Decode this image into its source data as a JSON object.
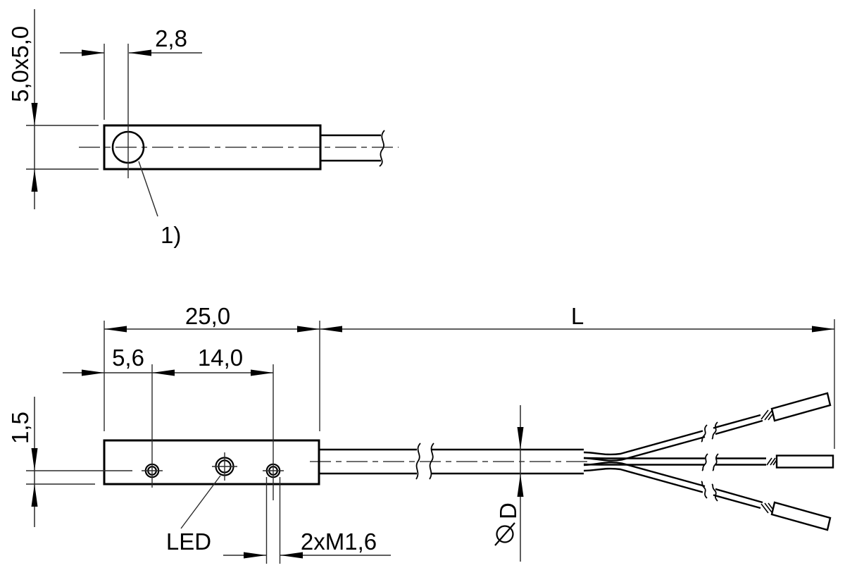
{
  "meta": {
    "background_color": "#ffffff",
    "object_line_color": "#000000",
    "dimension_line_color": "#2a2a2a",
    "centerline_color": "#3f3f3f"
  },
  "icons": {
    "diameter_symbol": "circle-with-slash",
    "centerline_style": "dash-dot",
    "cable_break_style": "s-curve"
  },
  "top_view": {
    "dim_face_to_axis": "2,8",
    "dim_cross_section": "5,0x5,0",
    "footnote_ref": "1)"
  },
  "bottom_view": {
    "dim_housing_length": "25,0",
    "dim_cable_length": "L",
    "dim_first_hole_offset": "5,6",
    "dim_hole_spacing": "14,0",
    "dim_hole_axis_height": "1,5",
    "led_label": "LED",
    "thread_label": "2xM1,6",
    "cable_diameter_label": "D"
  }
}
